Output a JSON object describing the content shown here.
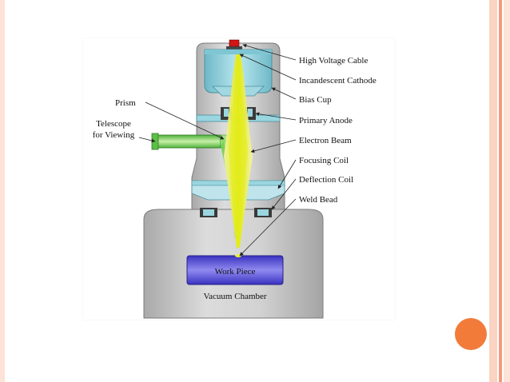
{
  "colors": {
    "slide_border_light": "#fbd3c3",
    "slide_border_accent": "#f59a78",
    "slide_accent_circle": "#f27b3a",
    "housing_gray": "#c8c8c8",
    "beam_yellow": "#e8f03a",
    "prism_green": "#7ad65a",
    "workpiece_blue": "#5a54d8",
    "cup_cyan": "#9ad6e0"
  },
  "diagram": {
    "labels": {
      "high_voltage_cable": "High Voltage Cable",
      "incandescent_cathode": "Incandescent Cathode",
      "bias_cup": "Bias Cup",
      "primary_anode": "Primary Anode",
      "electron_beam": "Electron Beam",
      "focusing_coil": "Focusing Coil",
      "deflection_coil": "Deflection Coil",
      "weld_bead": "Weld Bead",
      "prism": "Prism",
      "telescope_line1": "Telescope",
      "telescope_line2": "for Viewing",
      "work_piece": "Work Piece",
      "vacuum_chamber": "Vacuum Chamber"
    }
  }
}
